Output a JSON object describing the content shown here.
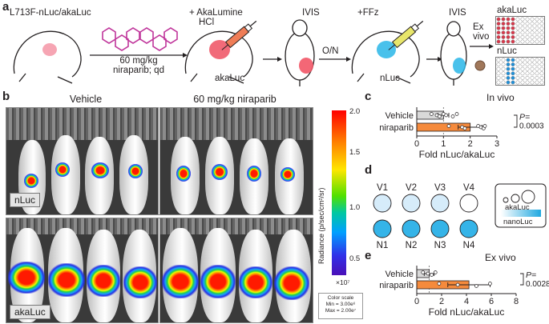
{
  "panel_labels": {
    "a": "a",
    "b": "b",
    "c": "c",
    "d": "d",
    "e": "e"
  },
  "panel_a": {
    "cell_line": "L713F-nLuc/akaLuc",
    "dose_line1": "60 mg/kg",
    "dose_line2": "niraparib; qd",
    "inject1_line1": "+ AkaLumine",
    "inject1_line2": "HCl",
    "reporter1": "akaLuc",
    "imaging1": "IVIS",
    "overnight": "O/N",
    "inject2": "+FFz",
    "reporter2": "nLuc",
    "imaging2": "IVIS",
    "exvivo_line1": "Ex",
    "exvivo_line2": "vivo",
    "plate1_label": "akaLuc",
    "plate2_label": "nLuc"
  },
  "panel_b": {
    "group1": "Vehicle",
    "group2": "60 mg/kg niraparib",
    "row1_label": "nLuc",
    "row2_label": "akaLuc",
    "colorbar": {
      "title": "Radiance (p/sec/cm²/sr)",
      "ticks": [
        "2.0",
        "1.5",
        "1.0",
        "0.5"
      ],
      "multiplier": "×10⁷",
      "scale_title": "Color scale",
      "scale_min": "Min = 3.00e⁶",
      "scale_max": "Max = 2.00e⁷"
    }
  },
  "panel_c": {
    "title": "In vivo",
    "pvalue_label": "P=",
    "pvalue": "0.0003",
    "xlabel": "Fold nLuc/akaLuc",
    "ticks": [
      "0",
      "1",
      "2",
      "3"
    ]
  },
  "panel_d": {
    "top_labels": [
      "V1",
      "V2",
      "V3",
      "V4"
    ],
    "bottom_labels": [
      "N1",
      "N2",
      "N3",
      "N4"
    ],
    "legend1": "akaLuc",
    "legend2": "nanoLuc"
  },
  "panel_e": {
    "title": "Ex vivo",
    "pvalue_label": "P=",
    "pvalue": "0.0028",
    "xlabel": "Fold nLuc/akaLuc",
    "ticks": [
      "0",
      "2",
      "4",
      "6",
      "8"
    ]
  },
  "chart_data": [
    {
      "type": "bar",
      "orientation": "horizontal",
      "title": "In vivo",
      "categories": [
        "Vehicle",
        "niraparib"
      ],
      "values": [
        1.0,
        2.0
      ],
      "errors": [
        0.2,
        0.45
      ],
      "points": [
        [
          0.55,
          0.75,
          0.85,
          1.0,
          1.1,
          1.35,
          1.5
        ],
        [
          1.2,
          1.7,
          1.8,
          2.3,
          2.4,
          2.5,
          2.55
        ]
      ],
      "bar_colors": [
        "#d9d9d9",
        "#f58a3c"
      ],
      "xlabel": "Fold nLuc/akaLuc",
      "xlim": [
        0,
        3
      ],
      "reference_line": 1
    },
    {
      "type": "bar",
      "orientation": "horizontal",
      "title": "Ex vivo",
      "categories": [
        "Vehicle",
        "niraparib"
      ],
      "values": [
        1.0,
        4.2
      ],
      "errors": [
        0.4,
        1.7
      ],
      "points": [
        [
          0.5,
          0.9,
          1.2,
          1.5
        ],
        [
          1.8,
          3.3,
          4.8,
          5.9
        ]
      ],
      "bar_colors": [
        "#d9d9d9",
        "#f58a3c"
      ],
      "xlabel": "Fold nLuc/akaLuc",
      "xlim": [
        0,
        8
      ],
      "reference_line": 1
    }
  ]
}
